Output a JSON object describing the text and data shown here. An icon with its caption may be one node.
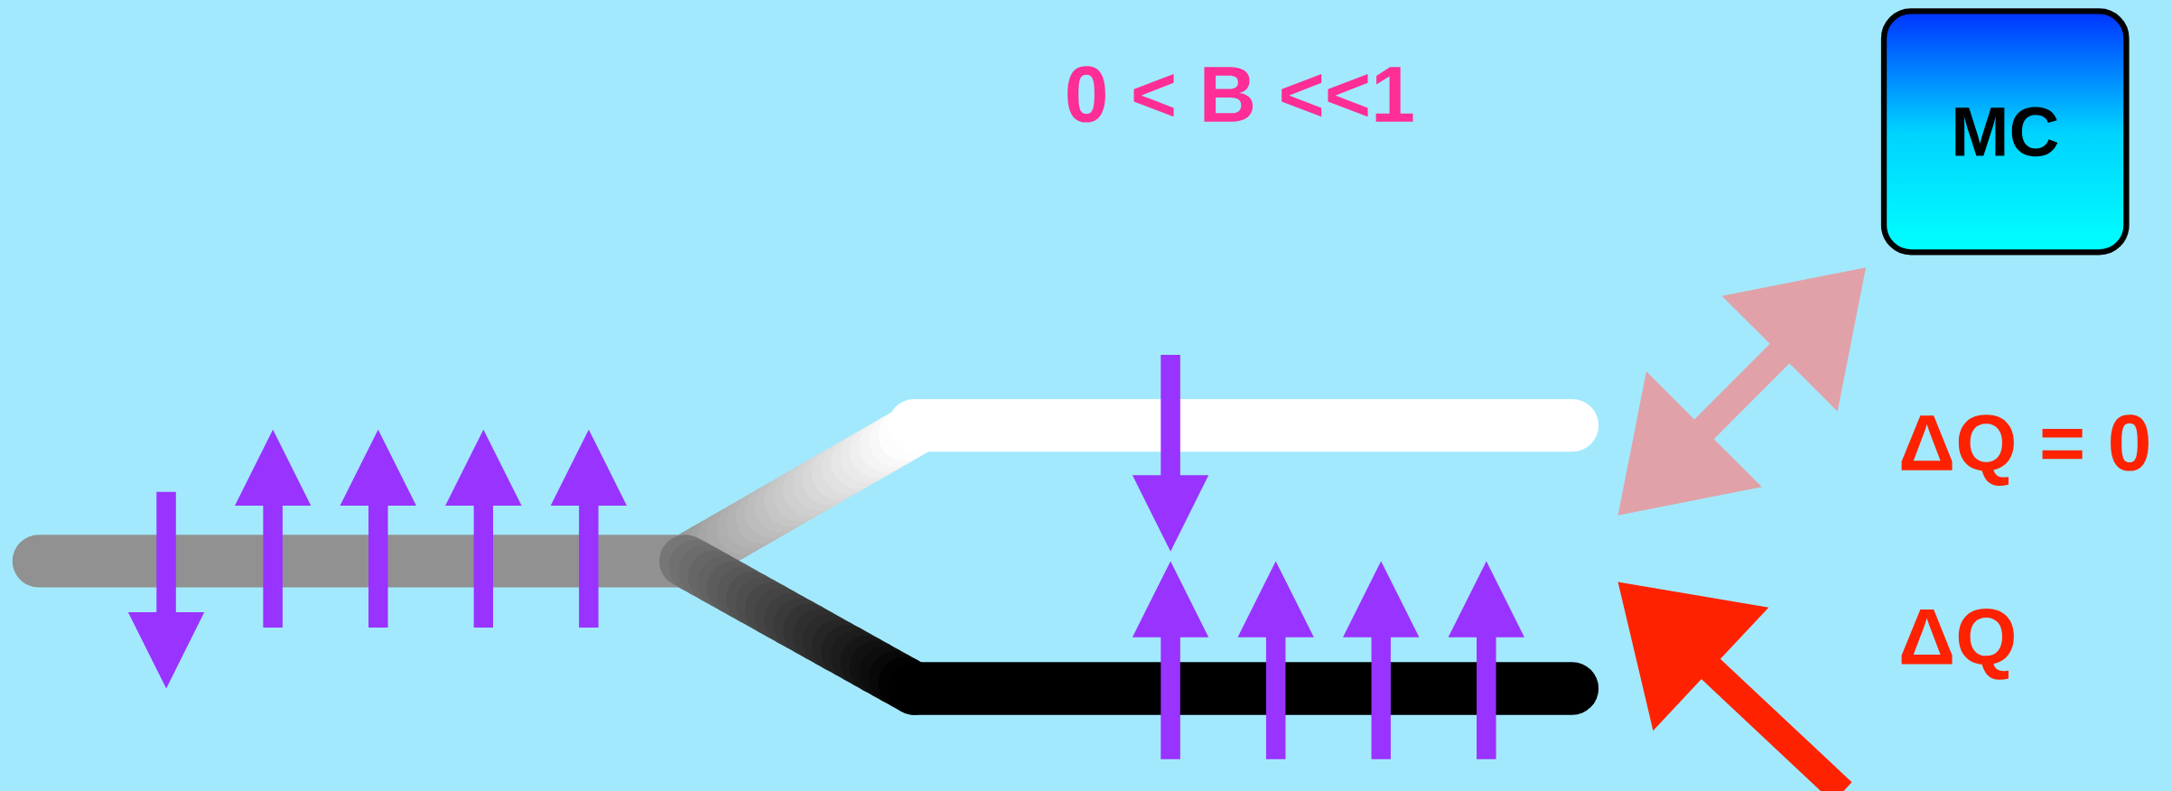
{
  "diagram": {
    "nodes": [
      {
        "text": [
          "MC"
        ]
      }
    ],
    "labels": [
      "0 < B <<1",
      "ΔQ = 0",
      "ΔQ"
    ]
  }
}
